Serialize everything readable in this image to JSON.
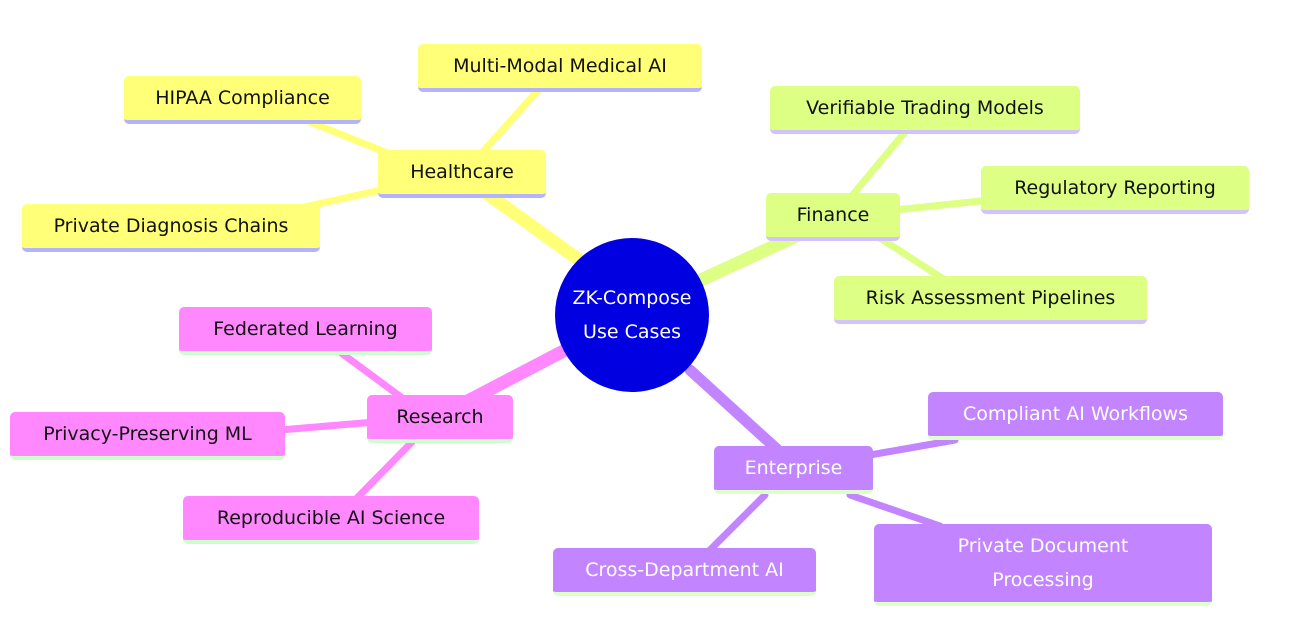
{
  "root": {
    "label": "ZK-Compose Use Cases"
  },
  "branches": {
    "healthcare": {
      "label": "Healthcare",
      "color": "#ffff78",
      "children": [
        "Multi-Modal Medical AI",
        "HIPAA Compliance",
        "Private Diagnosis Chains"
      ]
    },
    "finance": {
      "label": "Finance",
      "color": "#dcff84",
      "children": [
        "Verifiable Trading Models",
        "Regulatory Reporting",
        "Risk Assessment Pipelines"
      ]
    },
    "research": {
      "label": "Research",
      "color": "#ff88ff",
      "children": [
        "Federated Learning",
        "Privacy-Preserving ML",
        "Reproducible AI Science"
      ]
    },
    "enterprise": {
      "label": "Enterprise",
      "color": "#c384ff",
      "children": [
        "Compliant AI Workflows",
        "Cross-Department AI",
        "Private Document Processing"
      ]
    }
  }
}
